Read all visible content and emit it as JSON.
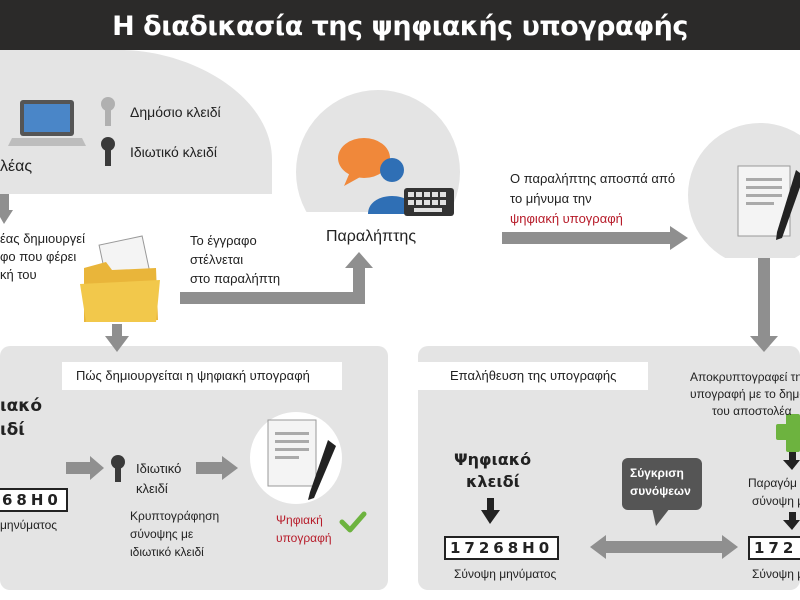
{
  "title": "Η διαδικασία της ψηφιακής υπογραφής",
  "sender": {
    "label": "λέας",
    "public_key": "Δημόσιο κλειδί",
    "private_key": "Ιδιωτικό κλειδί",
    "creates_line1": "έας δημιουργεί",
    "creates_line2": "φο που φέρει",
    "creates_line3": "κή του"
  },
  "sent": {
    "line1": "Το έγγραφο",
    "line2": "στέλνεται",
    "line3": "στο παραλήπτη"
  },
  "receiver": {
    "label": "Παραλήπτης",
    "decodes_line1": "Ο παραλήπτης αποσπά από",
    "decodes_line2": "το μήνυμα την",
    "decodes_line3": "ψηφιακή υπογραφή"
  },
  "creation_panel": {
    "header": "Πώς δημιουργείται η ψηφιακή υπογραφή",
    "key_line1": "ιακό",
    "key_line2": "ιδί",
    "digest_value": "68Η0",
    "digest_caption": "μηνύματος",
    "private_key_line1": "Ιδιωτικό",
    "private_key_line2": "κλειδί",
    "encrypt_line1": "Κρυπτογράφηση",
    "encrypt_line2": "σύνοψης με",
    "encrypt_line3": "ιδιωτικό κλειδί",
    "signature_line1": "Ψηφιακή",
    "signature_line2": "υπογραφή"
  },
  "verify_panel": {
    "header": "Επαλήθευση της υπογραφής",
    "key_line1": "Ψηφιακό",
    "key_line2": "κλειδί",
    "digest_value": "17268Η0",
    "digest_caption": "Σύνοψη μηνύματος",
    "compare_line1": "Σύγκριση",
    "compare_line2": "συνόψεων",
    "decrypt_line1": "Αποκρυπτογραφεί την",
    "decrypt_line2": "υπογραφή με το δημό",
    "decrypt_line3": "του αποστολέα",
    "produced_line1": "Παραγόμ",
    "produced_line2": "σύνοψη μ",
    "right_digest_value": "172",
    "right_digest_caption": "Σύνοψη μ"
  },
  "colors": {
    "title_bg": "#2b2a29",
    "panel_bg": "#e4e4e4",
    "arrow": "#8f8f8f",
    "accent_red": "#b71c2a",
    "check_green": "#6db33f"
  }
}
